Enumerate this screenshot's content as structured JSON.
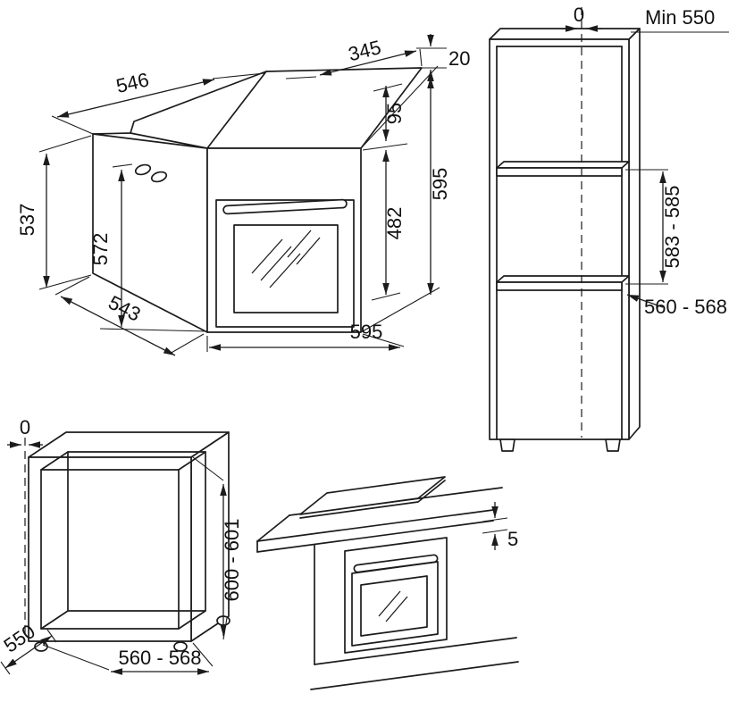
{
  "oven_iso": {
    "width_top": "546",
    "depth_top": "345",
    "lip": "20",
    "panel_height": "95",
    "door_height": "482",
    "front_height": "595",
    "back_height": "537",
    "body_height": "572",
    "depth": "543",
    "front_width": "595"
  },
  "column_cabinet": {
    "gap_zero": "0",
    "min_depth": "Min 550",
    "niche_height": "583 - 585",
    "niche_width": "560 - 568"
  },
  "base_cabinet": {
    "gap_zero": "0",
    "height": "600 - 601",
    "depth": "550",
    "niche_width": "560 - 568"
  },
  "hob": {
    "gap_top": "5"
  }
}
